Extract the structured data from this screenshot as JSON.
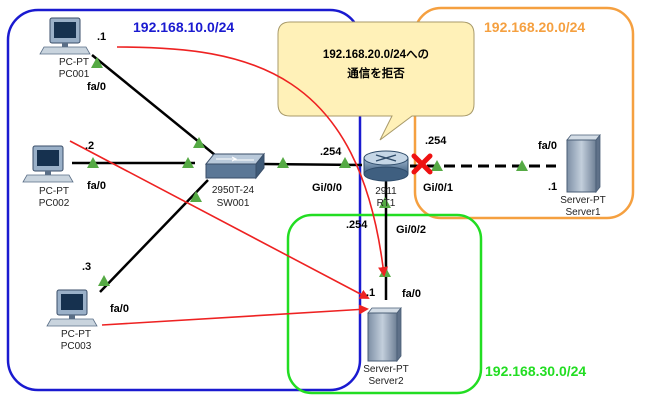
{
  "networks": {
    "net1": {
      "label": "192.168.10.0/24",
      "color": "#1a1ad0"
    },
    "net2": {
      "label": "192.168.20.0/24",
      "color": "#f5a040"
    },
    "net3": {
      "label": "192.168.30.0/24",
      "color": "#22dd22"
    }
  },
  "callout": {
    "line1": "192.168.20.0/24への",
    "line2": "通信を拒否"
  },
  "devices": {
    "pc001": {
      "type": "PC-PT",
      "name": "PC001"
    },
    "pc002": {
      "type": "PC-PT",
      "name": "PC002"
    },
    "pc003": {
      "type": "PC-PT",
      "name": "PC003"
    },
    "switch": {
      "type": "2950T-24",
      "name": "SW001"
    },
    "router": {
      "type": "2911",
      "name": "RT1"
    },
    "server1": {
      "type": "Server-PT",
      "name": "Server1"
    },
    "server2": {
      "type": "Server-PT",
      "name": "Server2"
    }
  },
  "labels": {
    "pc001_ip": ".1",
    "pc001_if": "fa/0",
    "pc002_ip": ".2",
    "pc002_if": "fa/0",
    "pc003_ip": ".3",
    "pc003_if": "fa/0",
    "rt_g0_ip": ".254",
    "rt_g0_if": "Gi/0/0",
    "rt_g1_ip": ".254",
    "rt_g1_if": "Gi/0/1",
    "rt_g2_ip": ".254",
    "rt_g2_if": "Gi/0/2",
    "server1_ip": ".1",
    "server1_if": "fa/0",
    "server2_ip": ".1",
    "server2_if": "fa/0"
  },
  "colors": {
    "link": "#000000",
    "arrow": "#ee2222",
    "status": "#55aa44",
    "callout_fill": "#fff1b8",
    "deny_mark": "#ee1111"
  }
}
